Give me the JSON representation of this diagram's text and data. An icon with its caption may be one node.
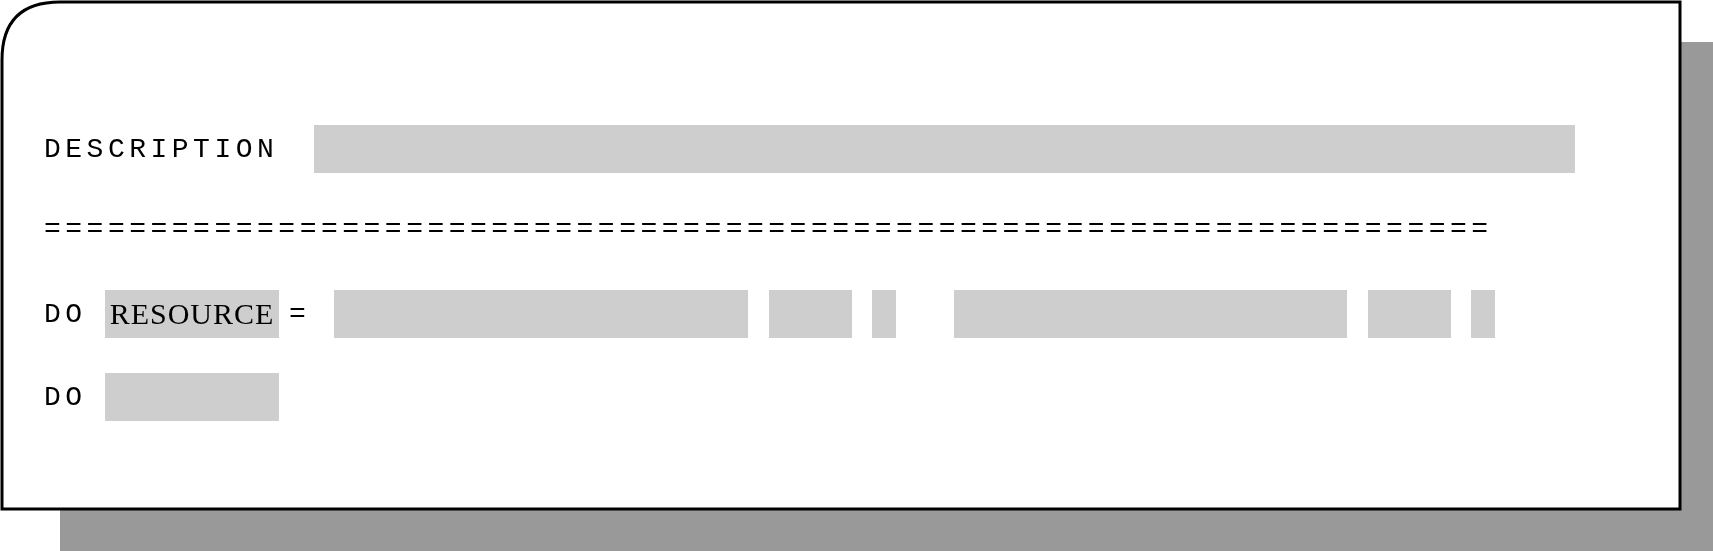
{
  "diagram": {
    "nodes": [
      {
        "text": [],
        "shape": "box"
      },
      {
        "text": [
          "RESOURCE"
        ]
      },
      {
        "text": [],
        "shape": "box"
      },
      {
        "text": [],
        "shape": "box"
      },
      {
        "text": [],
        "shape": "box"
      },
      {
        "text": [],
        "shape": "box"
      },
      {
        "text": [],
        "shape": "box"
      },
      {
        "text": [],
        "shape": "box"
      },
      {
        "text": [],
        "shape": "box"
      }
    ],
    "labels": [
      "DESCRIPTION",
      "====================================================================",
      "DO",
      "=",
      "DO"
    ]
  }
}
